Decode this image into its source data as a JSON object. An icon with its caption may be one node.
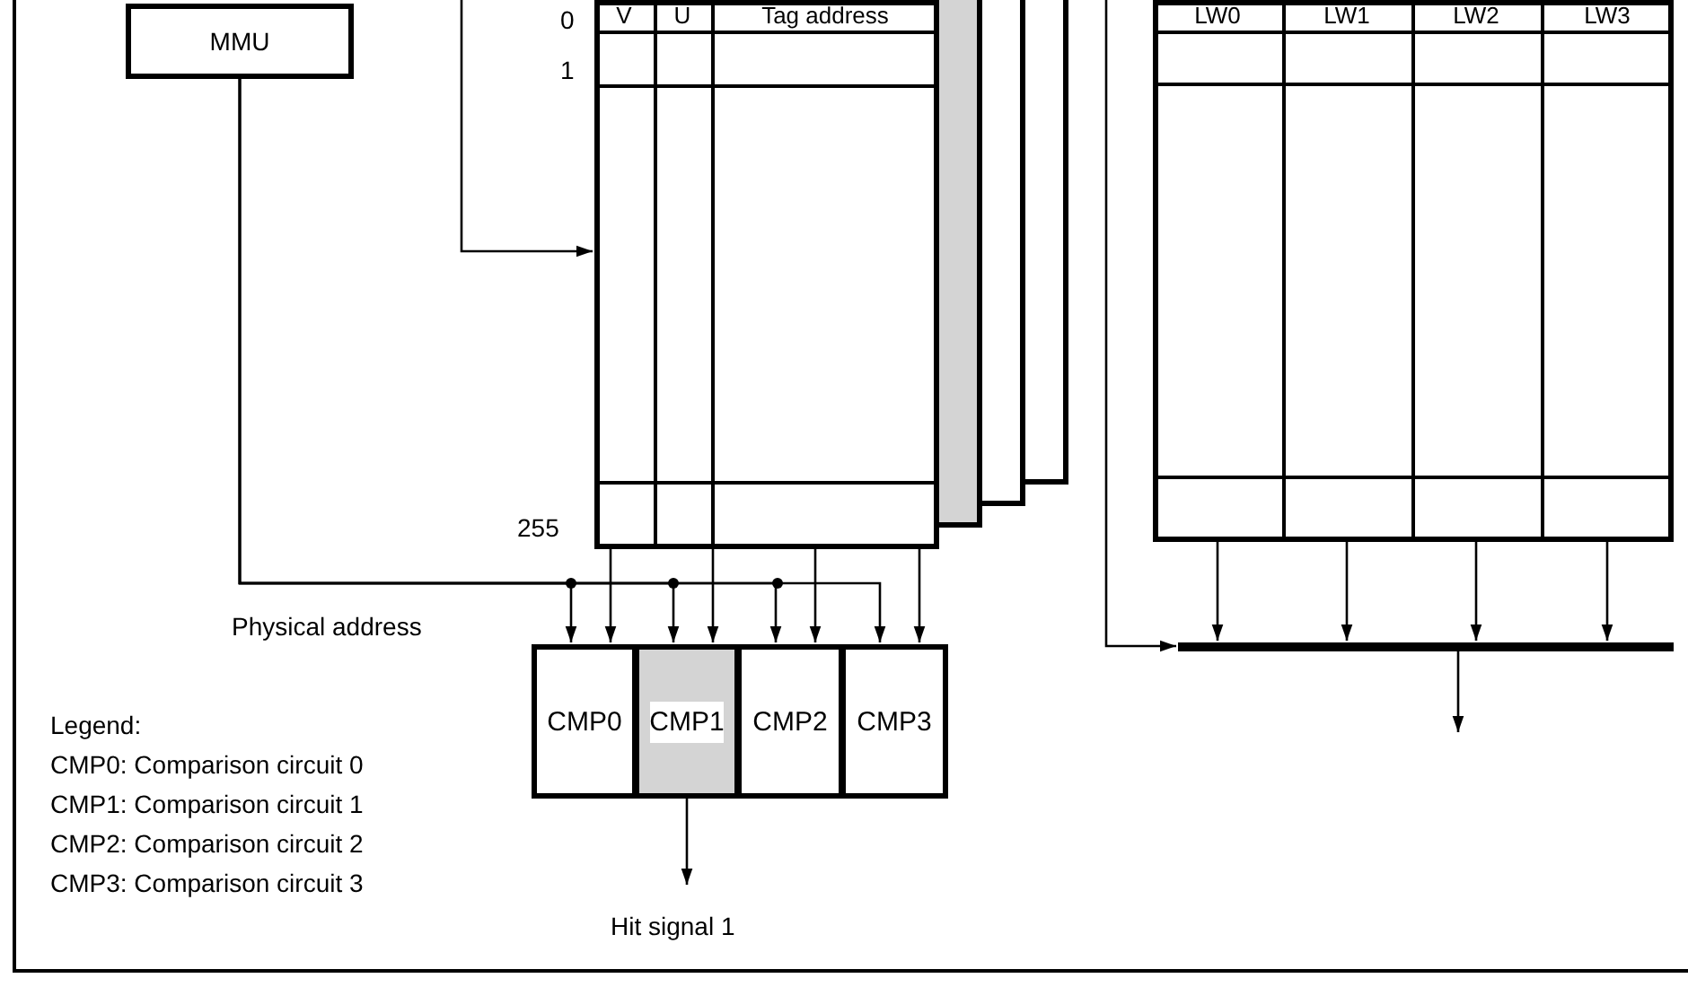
{
  "diagram": {
    "nodes": [
      {
        "text": [
          "MMU"
        ]
      },
      {
        "text": [
          "V",
          "U",
          "Tag address"
        ],
        "beside": [
          "0",
          "1",
          "255"
        ]
      },
      {
        "text": [],
        "shape": "box"
      },
      {
        "text": [],
        "shape": "box"
      },
      {
        "text": [],
        "shape": "box"
      },
      {
        "text": [
          "LW0",
          "LW1",
          "LW2",
          "LW3"
        ]
      },
      {
        "text": [],
        "shape": "bar"
      },
      {
        "text": [
          "CMP0"
        ]
      },
      {
        "text": [
          "CMP1"
        ]
      },
      {
        "text": [
          "CMP2"
        ]
      },
      {
        "text": [
          "CMP3"
        ]
      },
      {
        "text": [
          "Hit signal 1"
        ]
      }
    ],
    "edges": [
      {
        "from": null,
        "to": 1,
        "arrow": "to"
      },
      {
        "from": 0,
        "to": 7,
        "arrow": "to"
      },
      {
        "from": 0,
        "to": 8,
        "arrow": "to"
      },
      {
        "from": 0,
        "to": 9,
        "arrow": "to"
      },
      {
        "from": 0,
        "to": 10,
        "arrow": "to"
      },
      {
        "from": 1,
        "to": 7,
        "arrow": "to"
      },
      {
        "from": 1,
        "to": 8,
        "arrow": "to"
      },
      {
        "from": 1,
        "to": 9,
        "arrow": "to"
      },
      {
        "from": 1,
        "to": 10,
        "arrow": "to"
      },
      {
        "from": 5,
        "to": 6,
        "arrow": "to"
      },
      {
        "from": 5,
        "to": 6,
        "arrow": "to"
      },
      {
        "from": 5,
        "to": 6,
        "arrow": "to"
      },
      {
        "from": 5,
        "to": 6,
        "arrow": "to"
      },
      {
        "from": null,
        "to": 6,
        "arrow": "to"
      },
      {
        "from": 6,
        "to": null,
        "arrow": "to"
      },
      {
        "from": 8,
        "to": 11,
        "arrow": "to"
      }
    ],
    "labels": [
      "Physical address",
      "Legend:",
      "CMP0: Comparison circuit 0",
      "CMP1: Comparison circuit 1",
      "CMP2: Comparison circuit 2",
      "CMP3: Comparison circuit 3"
    ]
  }
}
